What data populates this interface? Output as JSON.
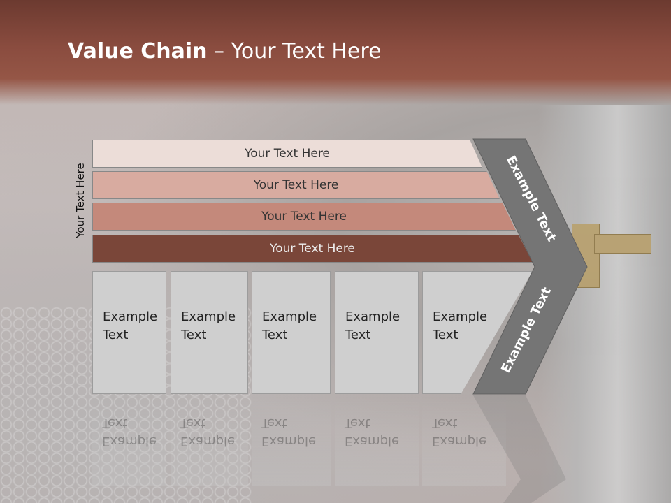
{
  "slide": {
    "title_bold": "Value Chain",
    "title_rest": " – Your Text Here",
    "side_label": "Your Text Here",
    "bars": [
      {
        "label": "Your Text Here",
        "color": "#ecddd8"
      },
      {
        "label": "Your Text Here",
        "color": "#d8aba0"
      },
      {
        "label": "Your Text Here",
        "color": "#c4897b"
      },
      {
        "label": "Your Text Here",
        "color": "#7a4639"
      }
    ],
    "boxes": [
      {
        "line1": "Example",
        "line2": "Text"
      },
      {
        "line1": "Example",
        "line2": "Text"
      },
      {
        "line1": "Example",
        "line2": "Text"
      },
      {
        "line1": "Example",
        "line2": "Text"
      },
      {
        "line1": "Example",
        "line2": "Text"
      }
    ],
    "chevron_top_text": "Example Text",
    "chevron_bottom_text": "Example Text",
    "colors": {
      "header": "#8a4c3f",
      "chevron": "#757575"
    }
  }
}
